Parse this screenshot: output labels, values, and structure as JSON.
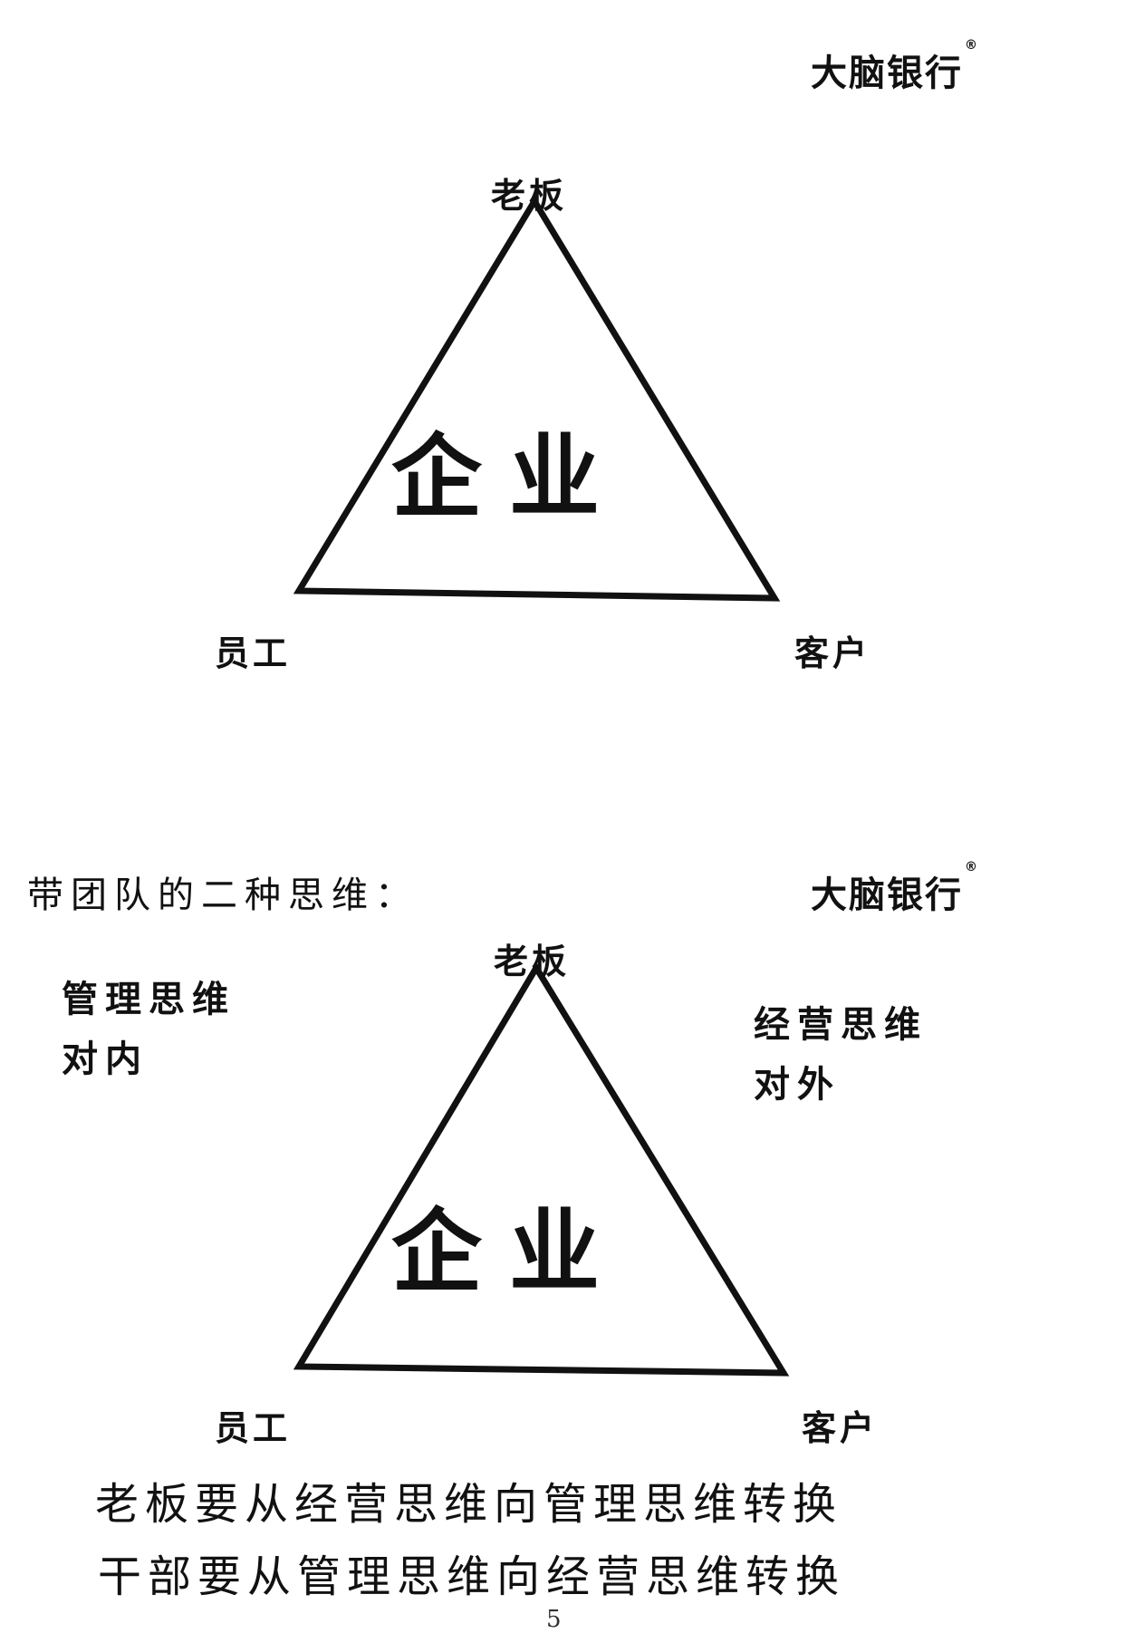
{
  "brand": {
    "text": "大脑银行",
    "reg_mark": "®"
  },
  "diagram_top": {
    "vertex_top": "老板",
    "vertex_left": "员工",
    "vertex_right": "客户",
    "center": "企业"
  },
  "diagram_bottom": {
    "heading": "带团队的二种思维：",
    "vertex_top": "老板",
    "vertex_left": "员工",
    "vertex_right": "客户",
    "center": "企业",
    "left_label": {
      "line1": "管理思维",
      "line2": "对内"
    },
    "right_label": {
      "line1": "经营思维",
      "line2": "对外"
    }
  },
  "statements": {
    "line1": "老板要从经营思维向管理思维转换",
    "line2": "干部要从管理思维向经营思维转换"
  },
  "page_number": "5"
}
